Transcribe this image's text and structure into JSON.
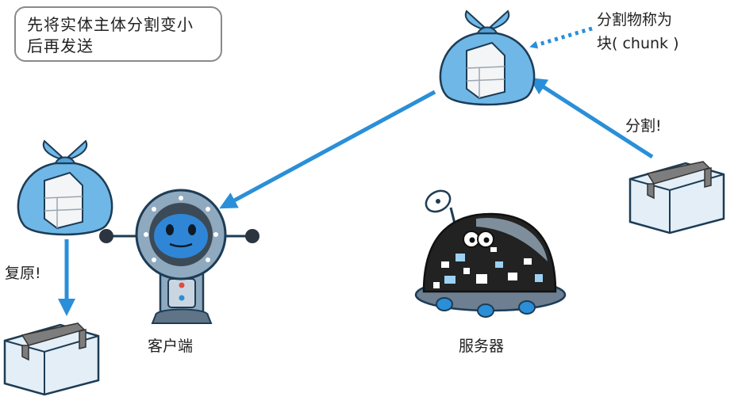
{
  "note": {
    "line1": "先将实体主体分割变小",
    "line2": "后再发送"
  },
  "chunk_label": {
    "line1": "分割物称为",
    "line2": "块( chunk )"
  },
  "split_label": "分割!",
  "restore_label": "复原!",
  "client_label": "客户端",
  "server_label": "服务器",
  "colors": {
    "arrow": "#2a8fd8",
    "bag": "#6fb7e6",
    "box": "#e3eef7",
    "tape": "#7d7d7d",
    "robot_body": "#8fa9bf",
    "robot_face": "#2f86d6",
    "server_dome": "#222222"
  }
}
